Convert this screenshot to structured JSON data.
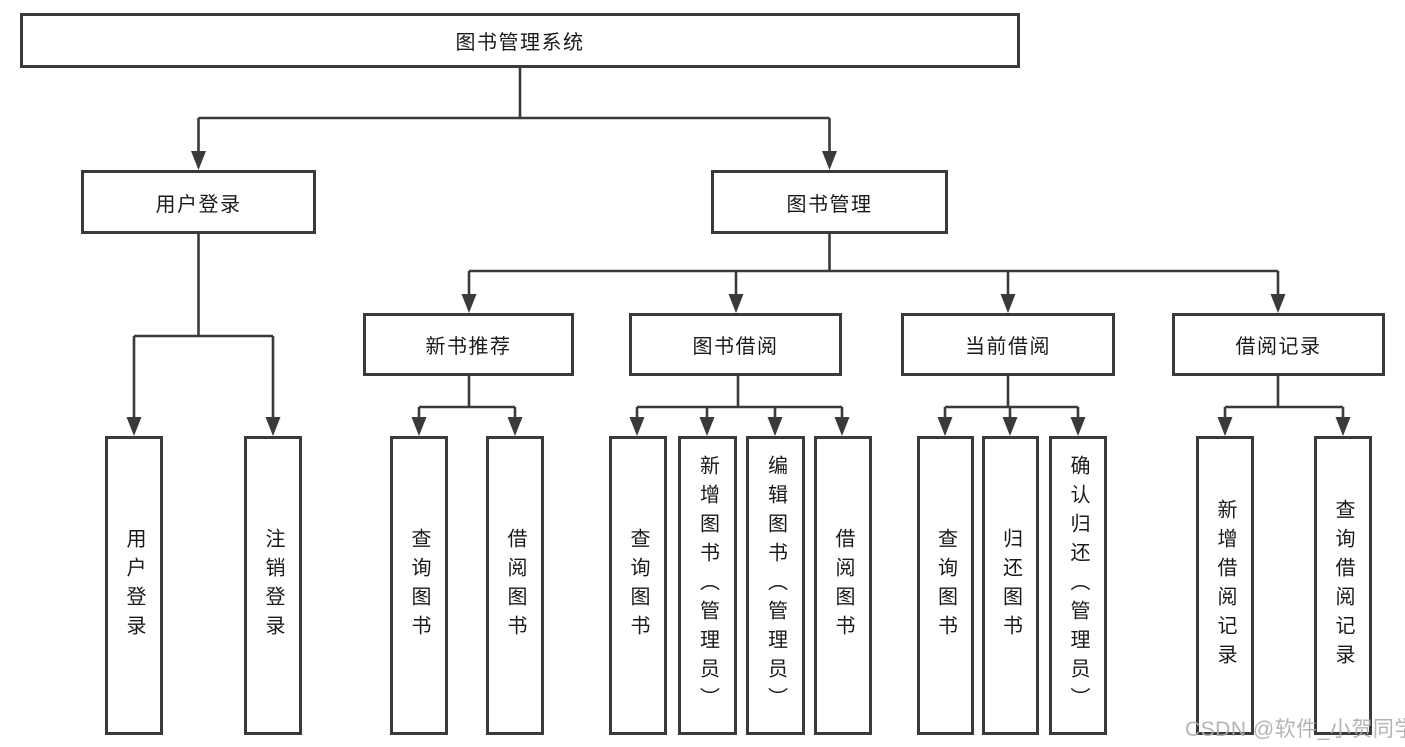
{
  "tree": {
    "label": "图书管理系统",
    "children": [
      {
        "label": "用户登录",
        "children": [
          {
            "label": "用户登录"
          },
          {
            "label": "注销登录"
          }
        ]
      },
      {
        "label": "图书管理",
        "children": [
          {
            "label": "新书推荐",
            "children": [
              {
                "label": "查询图书"
              },
              {
                "label": "借阅图书"
              }
            ]
          },
          {
            "label": "图书借阅",
            "children": [
              {
                "label": "查询图书"
              },
              {
                "label": "新增图书（管理员）"
              },
              {
                "label": "编辑图书（管理员）"
              },
              {
                "label": "借阅图书"
              }
            ]
          },
          {
            "label": "当前借阅",
            "children": [
              {
                "label": "查询图书"
              },
              {
                "label": "归还图书"
              },
              {
                "label": "确认归还（管理员）"
              }
            ]
          },
          {
            "label": "借阅记录",
            "children": [
              {
                "label": "新增借阅记录"
              },
              {
                "label": "查询借阅记录"
              }
            ]
          }
        ]
      }
    ]
  },
  "watermark": {
    "text": "CSDN @软件_小贺同学"
  },
  "colors": {
    "background": "#ffffff",
    "line": "#3a3a3a",
    "box_border": "#3a3a3a",
    "box_fill": "#ffffff",
    "text": "#1a1a1a",
    "watermark": "#acaeb2"
  }
}
